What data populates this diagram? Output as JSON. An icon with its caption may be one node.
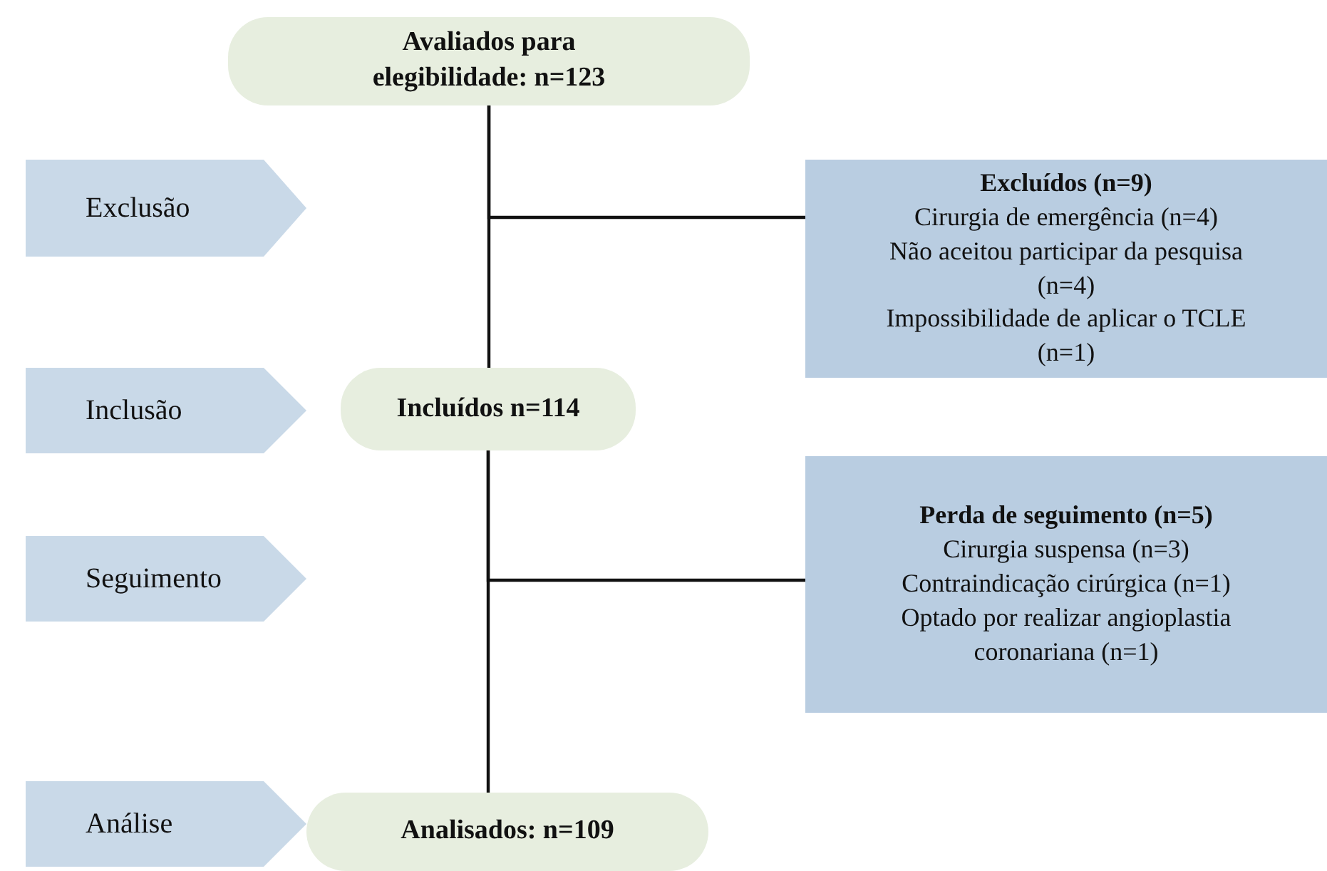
{
  "diagram": {
    "nodes": [
      {
        "text": [
          "Avaliados para elegibilidade: n=123"
        ]
      },
      {
        "text": [
          "Exclusão"
        ]
      },
      {
        "text": [
          "Excluídos (n=9)",
          "Cirurgia de emergência (n=4)",
          "Não aceitou participar da pesquisa (n=4)",
          "Impossibilidade de aplicar o TCLE (n=1)"
        ]
      },
      {
        "text": [
          "Inclusão"
        ]
      },
      {
        "text": [
          "Incluídos n=114"
        ]
      },
      {
        "text": [
          "Seguimento"
        ]
      },
      {
        "text": [
          "Perda de seguimento (n=5)",
          "Cirurgia suspensa (n=3)",
          "Contraindicação cirúrgica (n=1)",
          "Optado por realizar angioplastia coronariana (n=1)"
        ]
      },
      {
        "text": [
          "Análise"
        ]
      },
      {
        "text": [
          "Analisados: n=109"
        ]
      }
    ],
    "edges": [
      {
        "from": 0,
        "to": 4,
        "arrow": "none"
      },
      {
        "from": 0,
        "to": 2,
        "arrow": "none"
      },
      {
        "from": 4,
        "to": 8,
        "arrow": "none"
      },
      {
        "from": 4,
        "to": 6,
        "arrow": "none"
      }
    ]
  }
}
